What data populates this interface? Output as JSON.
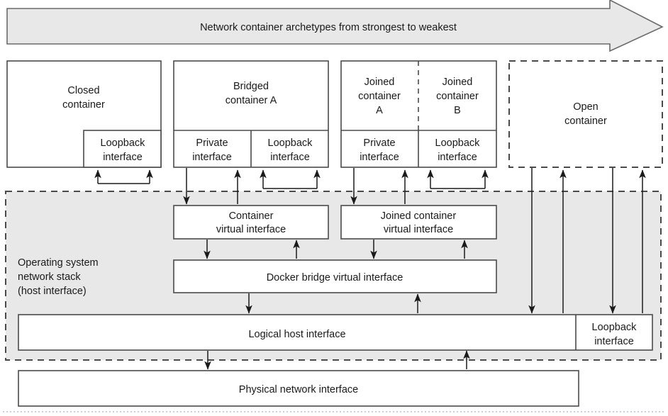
{
  "banner": {
    "text": "Network container archetypes from strongest to weakest",
    "fill": "#e8e8e8",
    "stroke": "#6a6a6a"
  },
  "containers": [
    {
      "id": "closed-container",
      "title_line1": "Closed",
      "title_line2": "container",
      "style": "solid",
      "interfaces": [
        {
          "id": "loopback",
          "line1": "Loopback",
          "line2": "interface"
        }
      ]
    },
    {
      "id": "bridged-container-a",
      "title_line1": "Bridged",
      "title_line2": "container A",
      "style": "solid",
      "interfaces": [
        {
          "id": "private",
          "line1": "Private",
          "line2": "interface"
        },
        {
          "id": "loopback",
          "line1": "Loopback",
          "line2": "interface"
        }
      ]
    },
    {
      "id": "joined-container-a",
      "title_line1": "Joined",
      "title_line2": "container",
      "title_line3": "A",
      "style": "solid",
      "interfaces": [
        {
          "id": "private",
          "line1": "Private",
          "line2": "interface"
        }
      ]
    },
    {
      "id": "joined-container-b",
      "title_line1": "Joined",
      "title_line2": "container",
      "title_line3": "B",
      "style": "solid",
      "interfaces": [
        {
          "id": "loopback",
          "line1": "Loopback",
          "line2": "interface"
        }
      ]
    },
    {
      "id": "open-container",
      "title_line1": "Open",
      "title_line2": "container",
      "style": "dashed",
      "interfaces": []
    }
  ],
  "host_region": {
    "label_line1": "Operating system",
    "label_line2": "network stack",
    "label_line3": "(host interface)",
    "fill": "#e8e8e8",
    "stroke": "#4a4a4a"
  },
  "host_boxes": {
    "container_virtual_interface": {
      "line1": "Container",
      "line2": "virtual interface"
    },
    "joined_container_virtual_interface": {
      "line1": "Joined container",
      "line2": "virtual interface"
    },
    "docker_bridge_virtual_interface": {
      "line1": "Docker bridge virtual interface"
    },
    "logical_host_interface": {
      "line1": "Logical host interface"
    },
    "host_loopback_interface": {
      "line1": "Loopback",
      "line2": "interface"
    }
  },
  "physical": {
    "label": "Physical network interface"
  }
}
